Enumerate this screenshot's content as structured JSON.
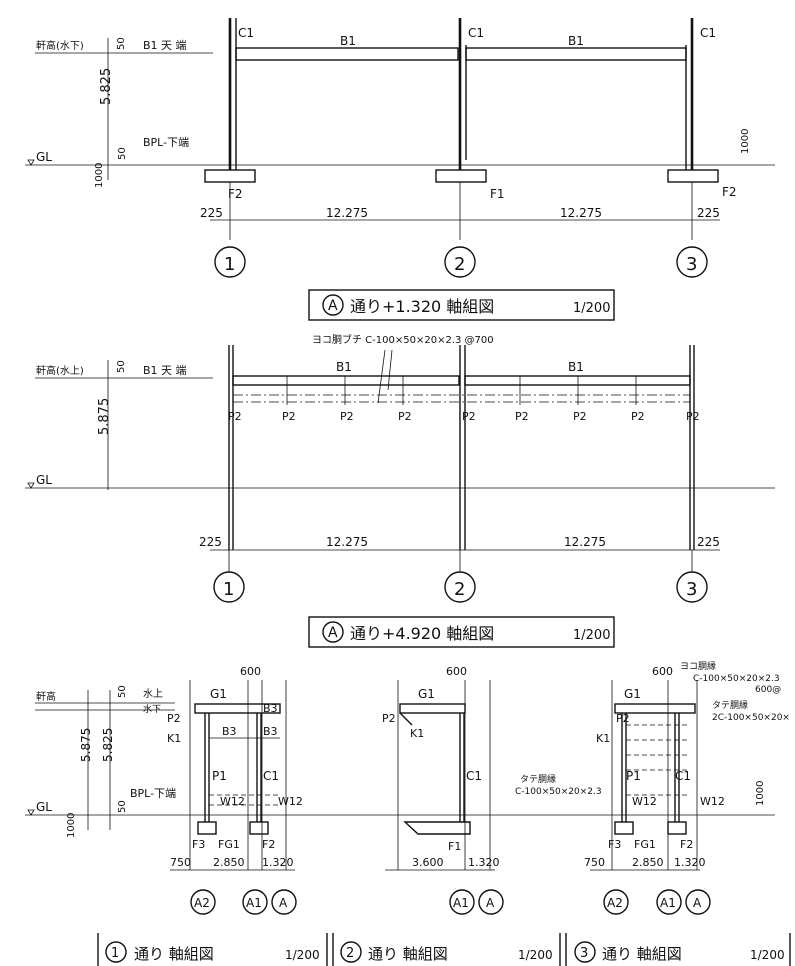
{
  "elev1": {
    "eave_label": "軒高(水下)",
    "dim_top": "50",
    "b1_top": "B1 天 端",
    "height": "5.825",
    "bpl": "BPL-下端",
    "dim_bpl": "50",
    "gl": "GL",
    "dim_1000": "1000",
    "dim_1000_right": "1000",
    "columns": [
      "C1",
      "C1",
      "C1"
    ],
    "beams": [
      "B1",
      "B1"
    ],
    "footings": [
      "F2",
      "F1",
      "F2"
    ],
    "spans": [
      "225",
      "12.275",
      "12.275",
      "225"
    ],
    "axes": [
      "1",
      "2",
      "3"
    ],
    "title_axis": "A",
    "title_text": "通り+1.320  軸組図",
    "scale": "1/200"
  },
  "elev2": {
    "eave_label": "軒高(水上)",
    "dim_top": "50",
    "b1_top": "B1 天 端",
    "height": "5.875",
    "gl": "GL",
    "purlin_note": "ヨコ胴ブチ C-100×50×20×2.3  @700",
    "beams": [
      "B1",
      "B1"
    ],
    "posts": [
      "P2",
      "P2",
      "P2",
      "P2",
      "P2",
      "P2",
      "P2",
      "P2",
      "P2"
    ],
    "spans": [
      "225",
      "12.275",
      "12.275",
      "225"
    ],
    "axes": [
      "1",
      "2",
      "3"
    ],
    "title_axis": "A",
    "title_text": "通り+4.920  軸組図",
    "scale": "1/200"
  },
  "bottom": {
    "eave_label": "軒高",
    "dim_top": "50",
    "water_up": "水上",
    "water_down": "水下",
    "height_a": "5.875",
    "height_b": "5.825",
    "bpl": "BPL-下端",
    "dim_bpl": "50",
    "gl": "GL",
    "dim_1000": "1000",
    "dim_1000_right": "1000",
    "e1": {
      "dim_600": "600",
      "labels": {
        "g1": "G1",
        "b3a": "B3",
        "b3b": "B3",
        "b3c": "B3",
        "p2": "P2",
        "k1": "K1",
        "p1": "P1",
        "c1": "C1",
        "w12a": "W12",
        "w12b": "W12",
        "f3": "F3",
        "fg1": "FG1",
        "f2": "F2"
      },
      "spans": [
        "750",
        "2.850",
        "1.320"
      ],
      "axes": [
        "A2",
        "A1",
        "A"
      ]
    },
    "e2": {
      "dim_600": "600",
      "labels": {
        "g1": "G1",
        "p2": "P2",
        "k1": "K1",
        "c1": "C1",
        "f1": "F1"
      },
      "note_a": "タテ胴縁",
      "note_b": "C-100×50×20×2.3",
      "spans": [
        "3.600",
        "1.320"
      ],
      "axes": [
        "A1",
        "A"
      ]
    },
    "e3": {
      "dim_600": "600",
      "labels": {
        "g1": "G1",
        "p2": "P2",
        "k1": "K1",
        "p1": "P1",
        "c1": "C1",
        "w12a": "W12",
        "w12b": "W12",
        "f3": "F3",
        "fg1": "FG1",
        "f2": "F2"
      },
      "note_h1": "ヨコ胴縁",
      "note_h2": "C-100×50×20×2.3",
      "note_h3": "600@",
      "note_v1": "タテ胴縁",
      "note_v2": "2C-100×50×20×",
      "spans": [
        "750",
        "2.850",
        "1.320"
      ],
      "axes": [
        "A2",
        "A1",
        "A"
      ]
    },
    "titles": [
      {
        "axis": "1",
        "text": "通り  軸組図",
        "scale": "1/200"
      },
      {
        "axis": "2",
        "text": "通り  軸組図",
        "scale": "1/200"
      },
      {
        "axis": "3",
        "text": "通り  軸組図",
        "scale": "1/200"
      }
    ]
  }
}
